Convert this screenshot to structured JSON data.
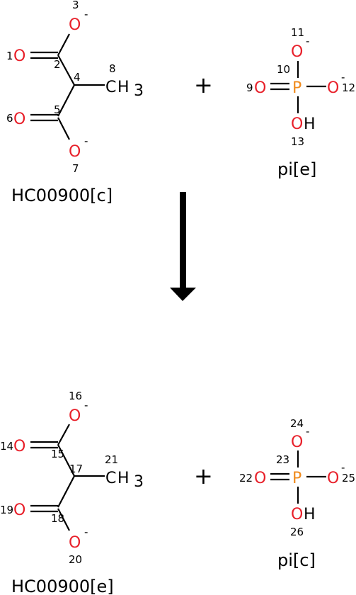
{
  "colors": {
    "oxygen": "#e8202a",
    "phosphorus": "#f08a1c",
    "carbon": "#000000"
  },
  "top": {
    "mol1": {
      "name": "HC00900[c]",
      "atoms": {
        "O": "O",
        "C": "C",
        "H": "H",
        "sub3": "3"
      },
      "numbers": [
        "1",
        "2",
        "3",
        "4",
        "5",
        "6",
        "7",
        "8"
      ],
      "charge": "-"
    },
    "plus": "+",
    "mol2": {
      "name": "pi[e]",
      "atoms": {
        "P": "P",
        "O": "O",
        "H": "H"
      },
      "numbers": [
        "9",
        "10",
        "11",
        "12",
        "13"
      ],
      "charge": "-"
    }
  },
  "bottom": {
    "mol1": {
      "name": "HC00900[e]",
      "numbers": [
        "14",
        "15",
        "16",
        "17",
        "18",
        "19",
        "20",
        "21"
      ]
    },
    "plus": "+",
    "mol2": {
      "name": "pi[c]",
      "numbers": [
        "22",
        "23",
        "24",
        "25",
        "26"
      ]
    }
  }
}
